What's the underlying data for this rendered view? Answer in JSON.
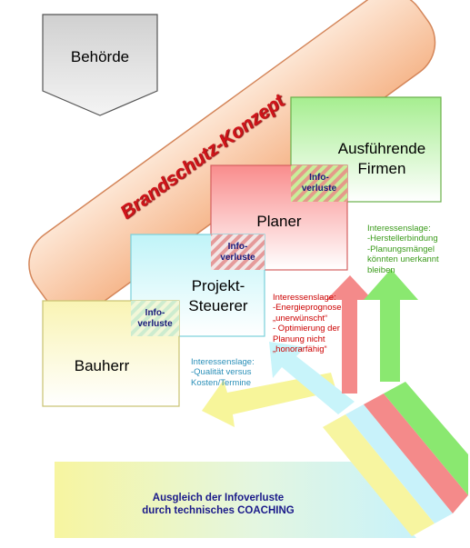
{
  "colors": {
    "band": "#f8c9a8",
    "band_border": "#d4865a",
    "behoerde": "#e3e3e3",
    "bauherr": "#fbf7c8",
    "projekt": "#d6f8fa",
    "planer": "#f9a8a8",
    "firmen": "#b8f0a8",
    "red_text": "#cc0000",
    "green_text": "#3a9a1a",
    "blue_text": "#2a8fb8"
  },
  "concept_label": "Brandschutz-Konzept",
  "boxes": {
    "behoerde": "Behörde",
    "firmen": [
      "Ausführende",
      "Firmen"
    ],
    "planer": "Planer",
    "projekt": [
      "Projekt-",
      "Steuerer"
    ],
    "bauherr": "Bauherr"
  },
  "info_label": [
    "Info-",
    "verluste"
  ],
  "notes": {
    "firmen": [
      "Interessenslage:",
      "-Herstellerbindung",
      "-Planungsmängel",
      "könnten unerkannt",
      "bleiben"
    ],
    "planer": [
      "Interessenslage:",
      "-Energieprognose",
      "„unerwünscht“",
      "- Optimierung der",
      "Planung nicht",
      "„honorarfähig“"
    ],
    "projekt": [
      "Interessenslage:",
      "-Qualität versus",
      "Kosten/Termine"
    ]
  },
  "coaching": [
    "Ausgleich der Infoverluste",
    "durch technisches COACHING"
  ]
}
